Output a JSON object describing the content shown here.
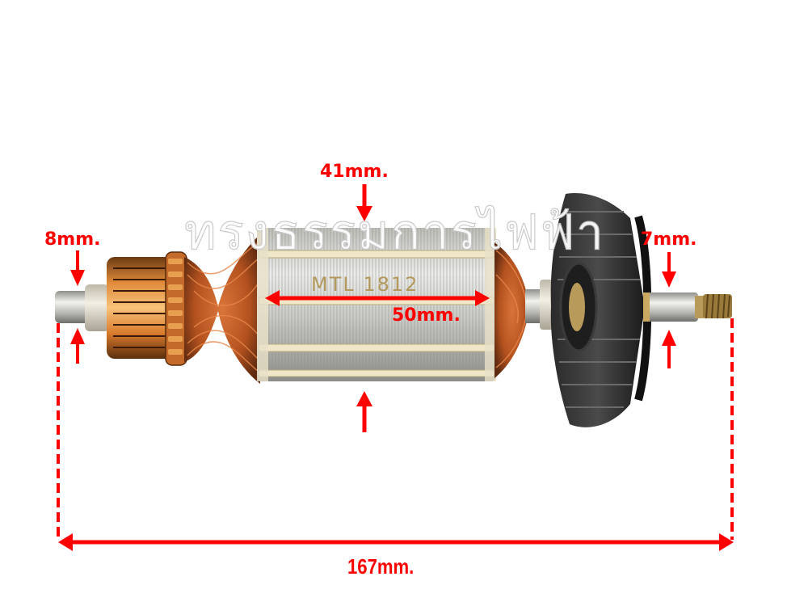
{
  "image": {
    "subject": "electric motor armature with cooling fan",
    "background_color": "#ffffff",
    "annotation_color": "#ff0000"
  },
  "stamp": {
    "text": "MTL 1812",
    "color": "#b39a5c"
  },
  "watermark": {
    "text": "ทรงธรรมการไฟฟ้า"
  },
  "dimensions": {
    "stack_diameter": "41mm.",
    "stack_length": "50mm.",
    "commutator_shaft_diameter": "8mm.",
    "fan_shaft_diameter": "7mm.",
    "overall_length": "167mm."
  }
}
